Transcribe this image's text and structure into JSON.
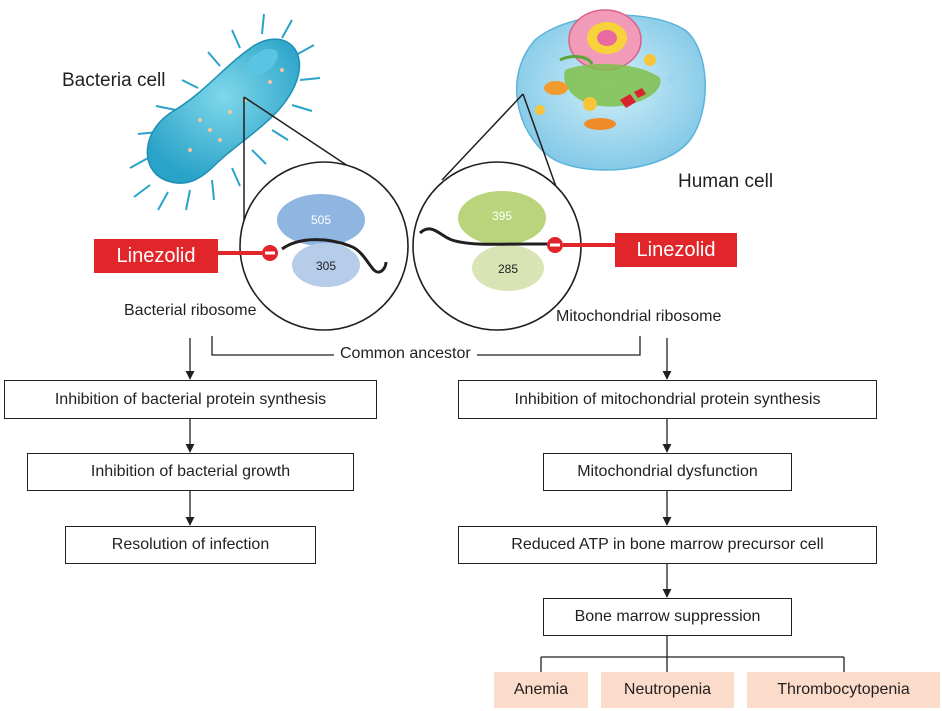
{
  "cells": {
    "bacteria_label": "Bacteria cell",
    "human_label": "Human cell"
  },
  "ribosomes": {
    "bacterial": {
      "label": "Bacterial ribosome",
      "large_subunit": "505",
      "small_subunit": "305"
    },
    "mitochondrial": {
      "label": "Mitochondrial ribosome",
      "large_subunit": "395",
      "small_subunit": "285"
    },
    "common_ancestor": "Common ancestor"
  },
  "drug": {
    "left": "Linezolid",
    "right": "Linezolid"
  },
  "bacterial_pathway": [
    "Inhibition of bacterial protein synthesis",
    "Inhibition of bacterial growth",
    "Resolution of infection"
  ],
  "mitochondrial_pathway": [
    "Inhibition of mitochondrial protein synthesis",
    "Mitochondrial dysfunction",
    "Reduced ATP in bone marrow precursor cell",
    "Bone marrow suppression"
  ],
  "outcomes": [
    "Anemia",
    "Neutropenia",
    "Thrombocytopenia"
  ],
  "colors": {
    "drug_red": "#e0252b",
    "bacteria_blue": "#3fb6d6",
    "subunit_blue_large": "#8fb6e0",
    "subunit_blue_small": "#b5cde9",
    "subunit_green_large": "#b9d47a",
    "subunit_green_small": "#d9e4b5",
    "outcome_fill": "#fbdccb"
  }
}
